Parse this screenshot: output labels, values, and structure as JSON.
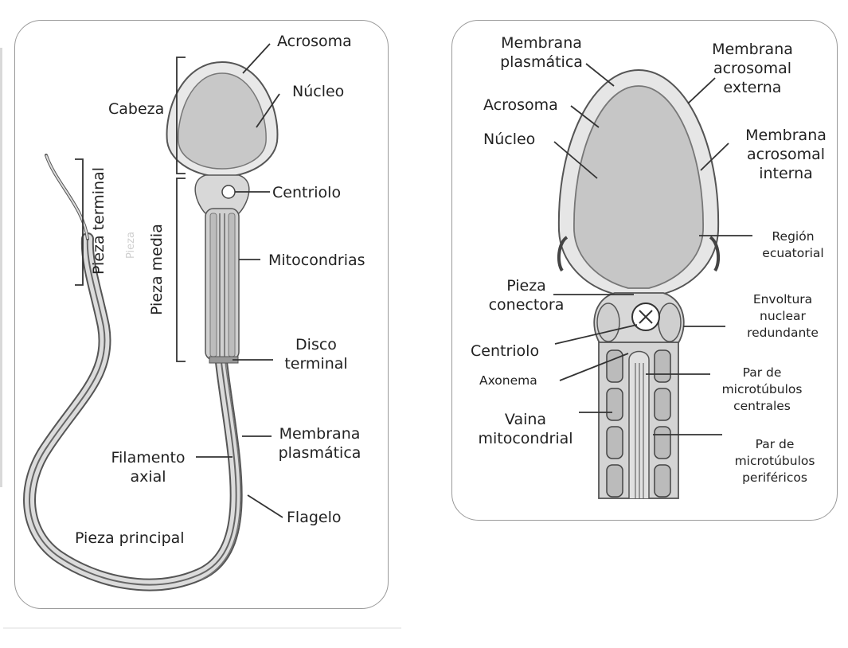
{
  "left_panel": {
    "acrosoma": "Acrosoma",
    "nucleo": "Núcleo",
    "cabeza": "Cabeza",
    "centriolo": "Centriolo",
    "mitocondrias": "Mitocondrias",
    "disco_terminal": "Disco\nterminal",
    "membrana_plasmatica": "Membrana\nplasmática",
    "filamento_axial": "Filamento\naxial",
    "flagelo": "Flagelo",
    "pieza_principal": "Pieza principal",
    "pieza_terminal": "Pieza terminal",
    "pieza_media": "Pieza media",
    "pieza_ghost": "Pieza"
  },
  "right_panel": {
    "membrana_plasmatica": "Membrana\nplasmática",
    "membrana_acrosomal_externa": "Membrana\nacrosomal\nexterna",
    "acrosoma": "Acrosoma",
    "nucleo": "Núcleo",
    "membrana_acrosomal_interna": "Membrana\nacrosomal\ninterna",
    "region_ecuatorial": "Región\necuatorial",
    "pieza_conectora": "Pieza\nconectora",
    "envoltura_nuclear_redundante": "Envoltura\nnuclear\nredundante",
    "centriolo": "Centriolo",
    "axonema": "Axonema",
    "par_microtubulos_centrales": "Par de\nmicrotúbulos\ncentrales",
    "vaina_mitocondrial": "Vaina\nmitocondrial",
    "par_microtubulos_perifericos": "Par de\nmicrotúbulos\nperiféricos"
  }
}
